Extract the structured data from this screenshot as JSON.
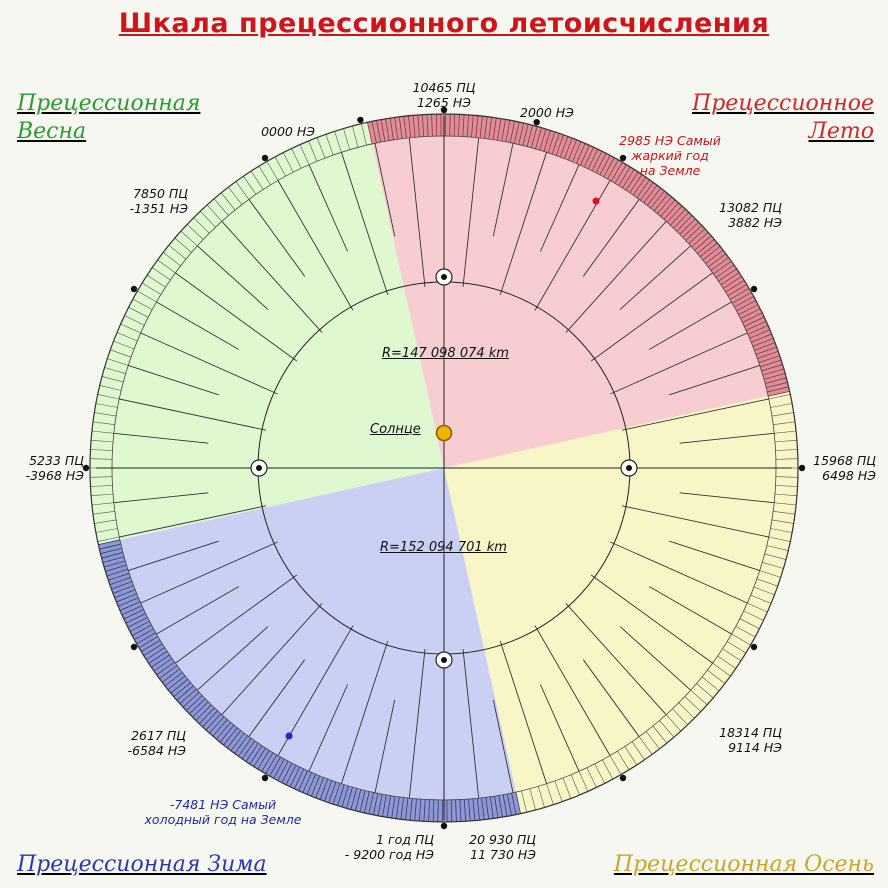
{
  "title": "Шкала прецессионного летоисчисления",
  "seasons": {
    "spring": {
      "line1": "Прецессионная",
      "line2": "Весна",
      "color": "#2e9a34"
    },
    "summer": {
      "line1": "Прецессионное",
      "line2": "Лето",
      "color": "#d0262c"
    },
    "winter": {
      "line1": "Прецессионная Зима",
      "color": "#2b3aa8"
    },
    "autumn": {
      "line1": "Прецессионная Осень",
      "color": "#c9a62a"
    }
  },
  "colors": {
    "spring_fill": "#dff8d0",
    "summer_fill": "#f8cdd2",
    "autumn_fill": "#f8f6c6",
    "winter_fill": "#c9d0f4",
    "summer_band": "#b0303e",
    "winter_band": "#2f3a90",
    "sun": "#f0b400",
    "hot_marker": "#e0101a",
    "cold_marker": "#1a2ad0"
  },
  "labels": {
    "top": {
      "a": "10465 ПЦ",
      "b": "1265 НЭ"
    },
    "ne2000": {
      "a": "2000 НЭ"
    },
    "ne0000": {
      "a": "0000 НЭ"
    },
    "l7850": {
      "a": "7850 ПЦ",
      "b": "-1351 НЭ"
    },
    "l13082": {
      "a": "13082 ПЦ",
      "b": "3882 НЭ"
    },
    "l5233": {
      "a": "5233 ПЦ",
      "b": "-3968 НЭ"
    },
    "l15968": {
      "a": "15968 ПЦ",
      "b": "6498 НЭ"
    },
    "l2617": {
      "a": "2617 ПЦ",
      "b": "-6584 НЭ"
    },
    "l18314": {
      "a": "18314 ПЦ",
      "b": "9114 НЭ"
    },
    "bottom1": {
      "a": "1 год ПЦ",
      "b": "- 9200 год НЭ"
    },
    "bottom2": {
      "a": "20 930 ПЦ",
      "b": "11 730 НЭ"
    }
  },
  "notes": {
    "hot": {
      "a": "2985 НЭ Самый",
      "b": "жаркий год",
      "c": "на Земле"
    },
    "cold": {
      "a": "-7481 НЭ Самый",
      "b": "холодный год на Земле"
    }
  },
  "orbit": {
    "r_top": "R=147 098 074 km",
    "r_bottom": "R=152 094 701 km",
    "sun_label": "Солнце"
  }
}
